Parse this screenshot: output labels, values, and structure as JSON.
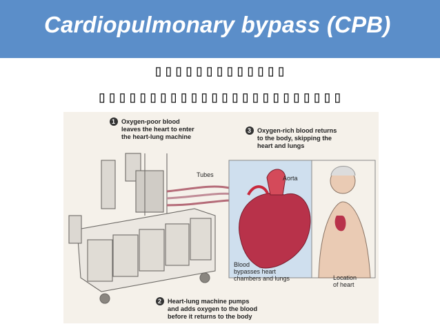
{
  "slide": {
    "title": "Cardiopulmonary bypass (CPB)",
    "garbled_line_1": "▯▯▯▯▯▯▯▯▯▯▯▯▯",
    "garbled_line_2": "▯▯▯▯▯▯▯▯▯▯▯▯▯▯▯▯▯▯▯▯▯▯▯▯"
  },
  "figure": {
    "step1": {
      "number": "1",
      "line1": "Oxygen-poor blood",
      "line2": "leaves the heart to enter",
      "line3": "the heart-lung machine"
    },
    "step2": {
      "number": "2",
      "line1": "Heart-lung machine pumps",
      "line2": "and adds oxygen to the blood",
      "line3": "before it returns to the body"
    },
    "step3": {
      "number": "3",
      "line1": "Oxygen-rich blood returns",
      "line2": "to the body, skipping the",
      "line3": "heart and lungs"
    },
    "labels": {
      "tubes": "Tubes",
      "aorta": "Aorta",
      "blood_1": "Blood",
      "blood_2": "bypasses heart",
      "blood_3": "chambers and lungs",
      "location_1": "Location",
      "location_2": "of heart"
    }
  },
  "colors": {
    "banner": "#5b8ec9",
    "title_text": "#ffffff",
    "blood_red": "#c8283c",
    "heart": "#b8324a"
  }
}
